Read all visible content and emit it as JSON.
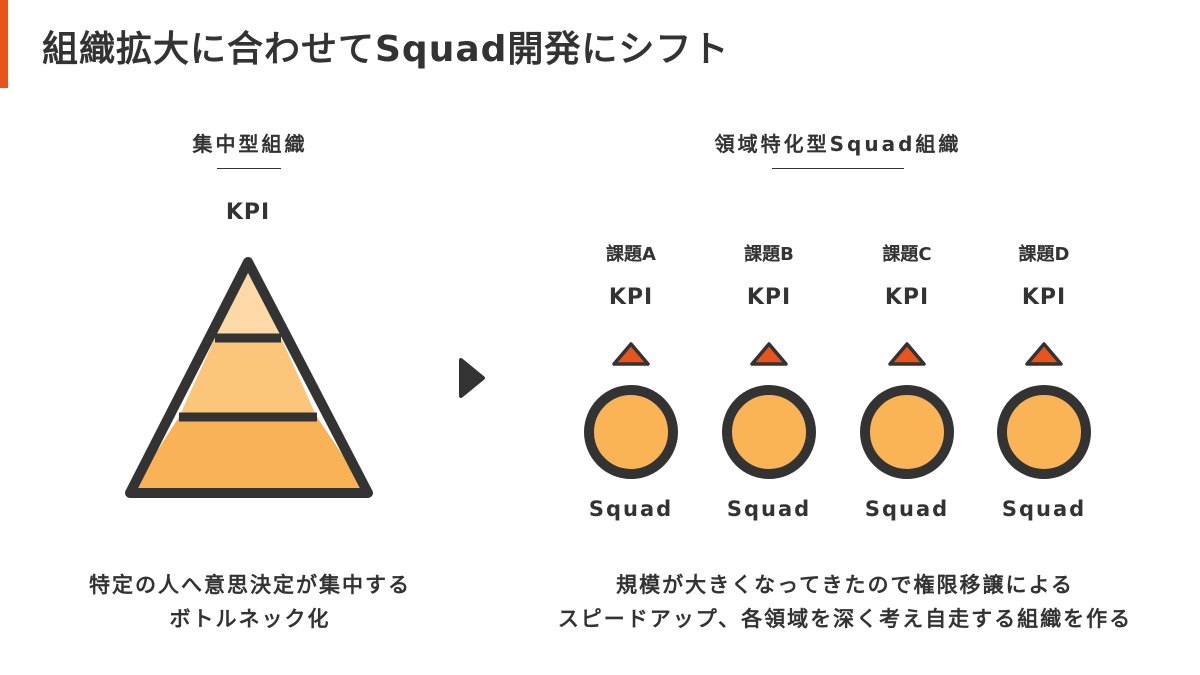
{
  "title": "組織拡大に合わせてSquad開発にシフト",
  "colors": {
    "accent": "#E8541E",
    "outline": "#333333",
    "arrow": "#E8541E",
    "fill_light": "#FCD9A6",
    "fill_mid": "#FBC57A",
    "fill_dark": "#F9B356",
    "circle_fill": "#FAB455"
  },
  "left": {
    "heading": "集中型組織",
    "kpi": "KPI",
    "caption_lines": [
      "特定の人へ意思決定が集中する",
      "ボトルネック化"
    ]
  },
  "transition_icon": "play-arrow-icon",
  "right": {
    "heading": "領域特化型Squad組織",
    "squads": [
      {
        "topic": "課題A",
        "kpi": "KPI",
        "label": "Squad"
      },
      {
        "topic": "課題B",
        "kpi": "KPI",
        "label": "Squad"
      },
      {
        "topic": "課題C",
        "kpi": "KPI",
        "label": "Squad"
      },
      {
        "topic": "課題D",
        "kpi": "KPI",
        "label": "Squad"
      }
    ],
    "caption_lines": [
      "規模が大きくなってきたので権限移譲による",
      "スピードアップ、各領域を深く考え自走する組織を作る"
    ]
  }
}
